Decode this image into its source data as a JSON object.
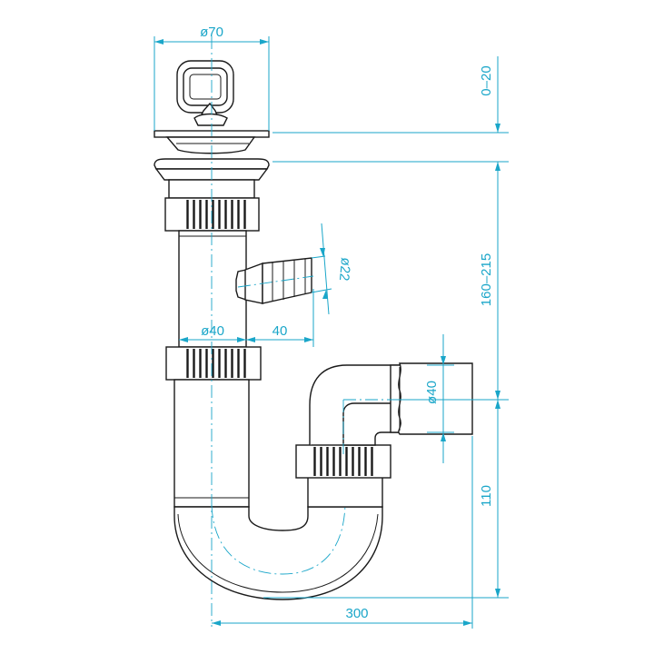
{
  "colors": {
    "dimension": "#1aa6c9",
    "outline": "#1a1a1a",
    "background": "#ffffff"
  },
  "dimensions": {
    "strainer_diameter": "ø70",
    "height_adjust": "0–20",
    "pipe_height": "160–215",
    "side_inlet_diameter": "ø22",
    "tube_diameter": "ø40",
    "inlet_offset": "40",
    "outlet_diameter": "ø40",
    "trap_depth": "110",
    "overall_width": "300"
  }
}
